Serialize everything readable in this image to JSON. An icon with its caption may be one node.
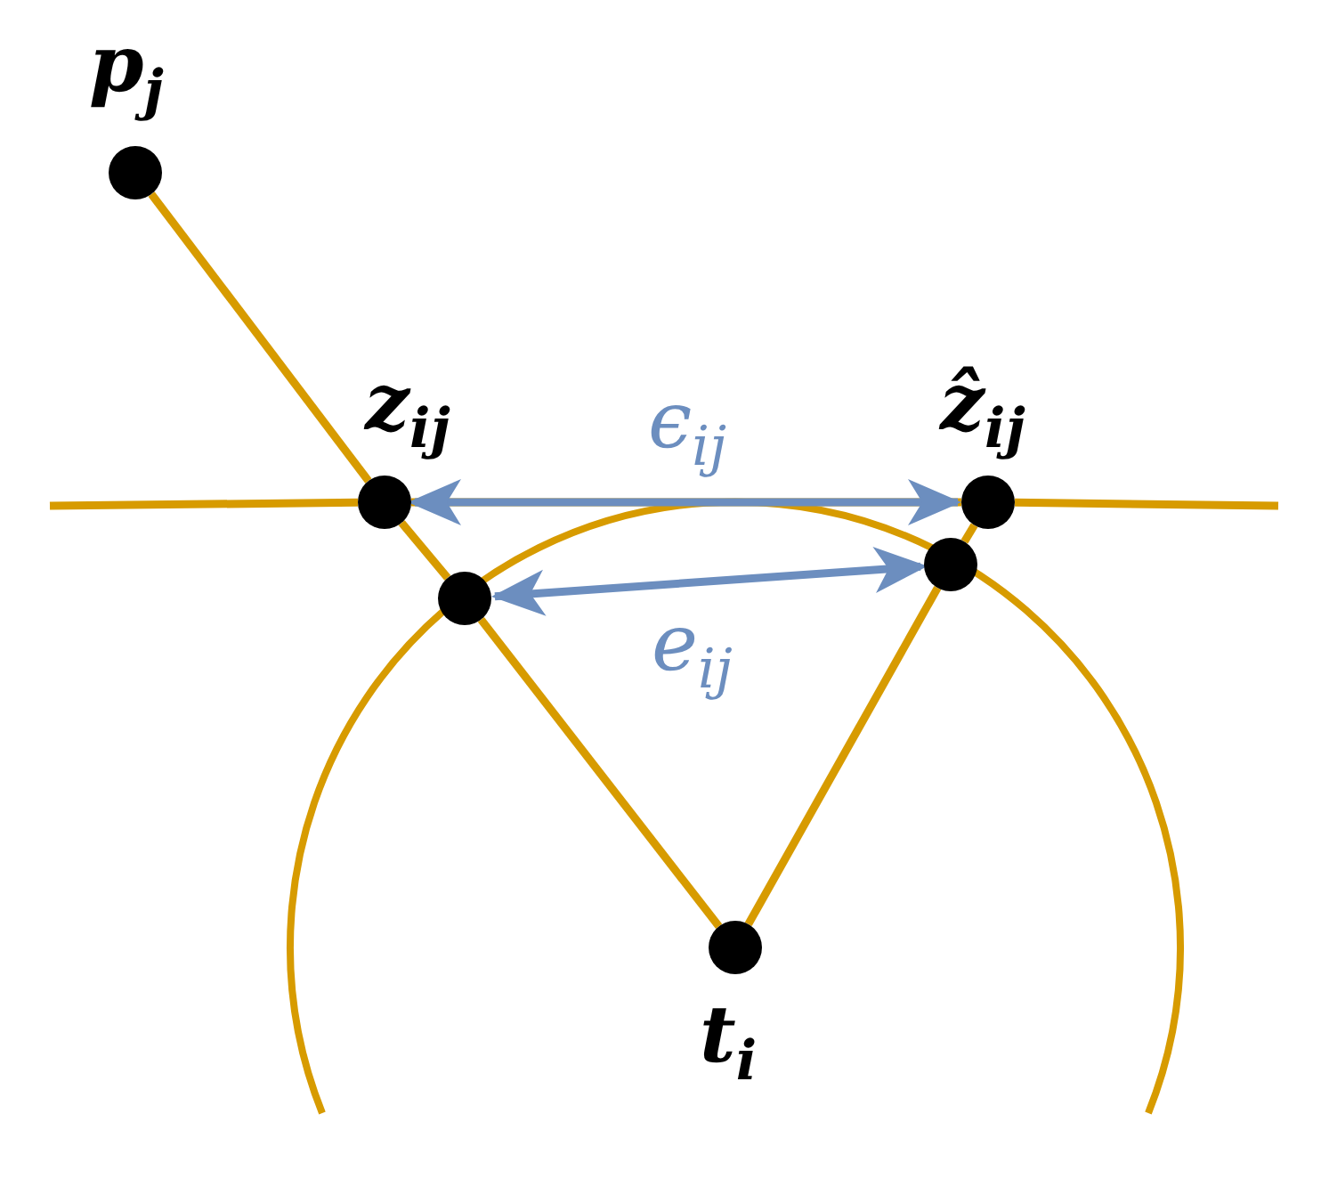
{
  "diagram": {
    "nodes": [
      {
        "text": [],
        "shape": "circle",
        "beside": [
          "p$_{j}$"
        ]
      },
      {
        "text": [],
        "shape": "circle",
        "beside": [
          "z$_{ij}$"
        ]
      },
      {
        "text": [],
        "shape": "circle",
        "beside": [
          "ẑ$_{ij}$"
        ]
      },
      {
        "text": [],
        "shape": "circle"
      },
      {
        "text": [],
        "shape": "circle"
      },
      {
        "text": [],
        "shape": "circle",
        "beside": [
          "t$_{i}$"
        ]
      }
    ],
    "edges": [
      {
        "from": 0,
        "to": 1,
        "arrow": "none"
      },
      {
        "from": 1,
        "to": 3,
        "arrow": "none"
      },
      {
        "from": 3,
        "to": 5,
        "arrow": "none"
      },
      {
        "from": 5,
        "to": 4,
        "arrow": "none"
      },
      {
        "from": 4,
        "to": 2,
        "arrow": "none"
      },
      {
        "from": null,
        "to": 1,
        "arrow": "none"
      },
      {
        "from": 1,
        "to": 2,
        "arrow": "none"
      },
      {
        "from": 2,
        "to": null,
        "arrow": "none"
      },
      {
        "from": 2,
        "to": 1,
        "arrow": "both",
        "label": "ϵ$_{ij}$",
        "color": "#6c8ebf"
      },
      {
        "from": 3,
        "to": 4,
        "arrow": "both",
        "label": "e$_{ij}$",
        "color": "#6c8ebf"
      }
    ]
  }
}
